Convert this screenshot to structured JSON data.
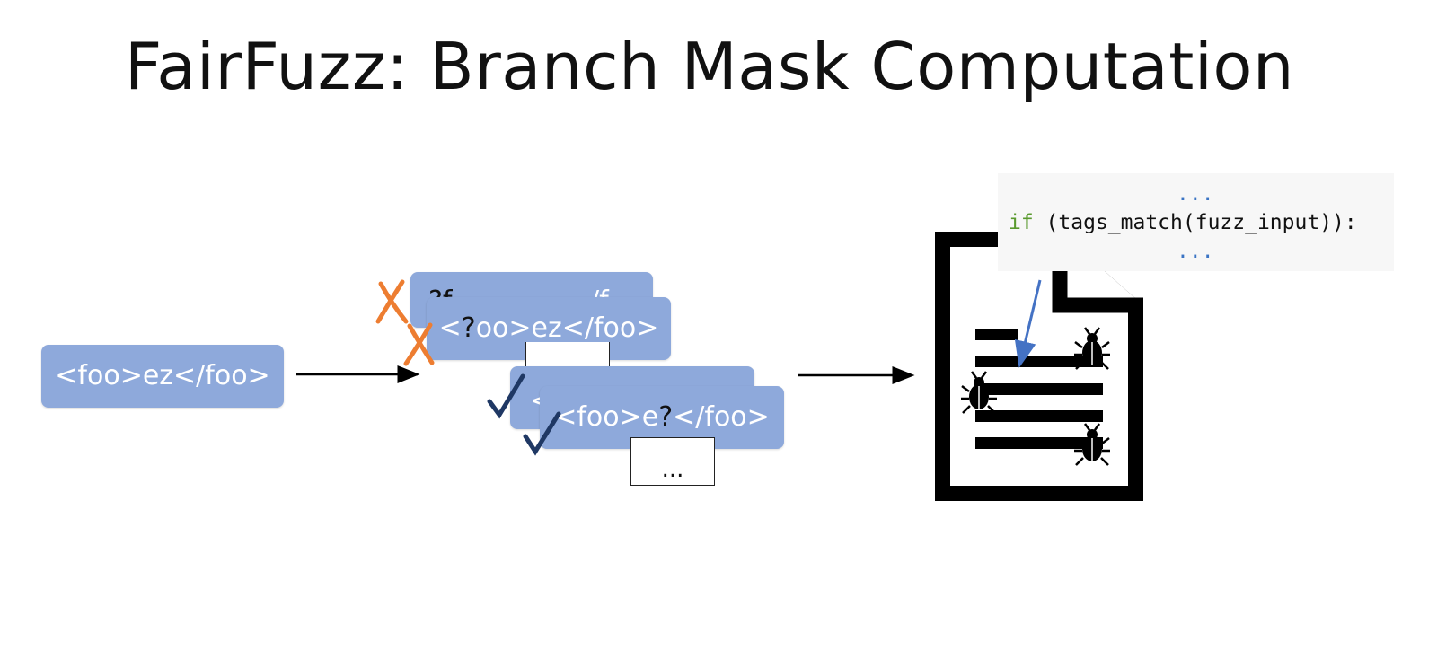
{
  "title": "FairFuzz: Branch Mask Computation",
  "input_box": {
    "text": "<foo>ez</foo>"
  },
  "mutation_boxes": {
    "back_top": {
      "pre": "?f",
      "suffix": "/f"
    },
    "front_top": {
      "pre": "<",
      "q": "?",
      "post": "oo>ez</foo>"
    },
    "back_bottom": {
      "pre": "<"
    },
    "front_bottom": {
      "pre": "<foo>e",
      "q": "?",
      "post": "</foo>"
    },
    "ellipsis": "..."
  },
  "code": {
    "dots_top": "...",
    "keyword": "if",
    "statement": " (tags_match(fuzz_input)):",
    "dots_bottom": "..."
  },
  "colors": {
    "box_fill": "#8ea9db",
    "reject_mark": "#ed7d31",
    "accept_mark": "#1f3864",
    "pointer_arrow": "#4472c4",
    "keyword": "#5a9a2e"
  },
  "icons": {
    "reject": "cross-mark-icon",
    "accept": "check-mark-icon",
    "program": "document-icon",
    "bug": "bug-icon"
  }
}
